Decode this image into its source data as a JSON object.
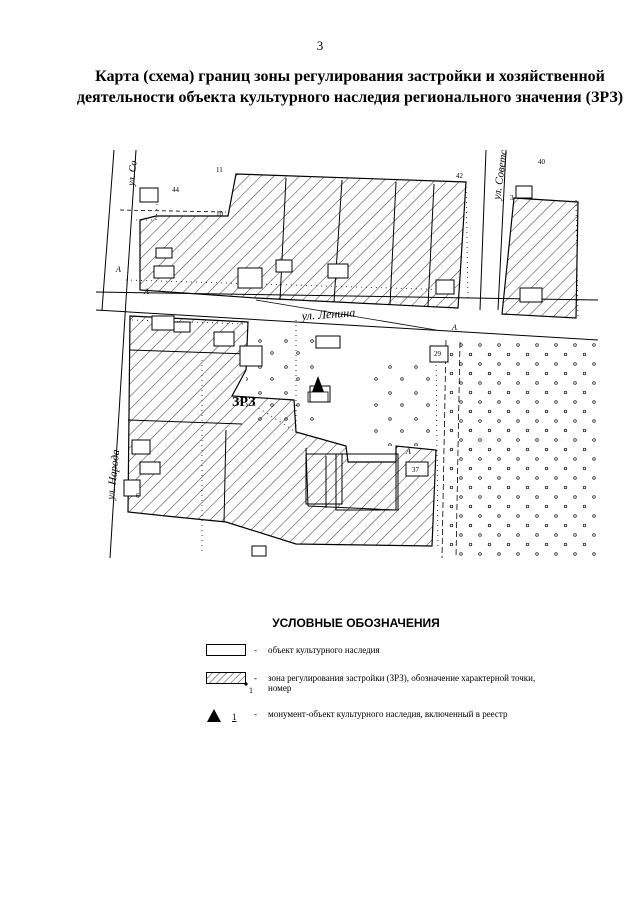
{
  "page": {
    "number": "3",
    "title_line1": "Карта (схема) границ зоны регулирования застройки и хозяйственной",
    "title_line2": "деятельности объекта культурного наследия регионального значения (ЗРЗ)"
  },
  "map": {
    "zone_label": "ЗРЗ",
    "street_lenina": "ул. Ленина",
    "street_sovetskaya": "ул. Советс",
    "street_naroda": "ул. Народа",
    "street_top_left": "ул. Со",
    "point_10": "10",
    "point_11": "11",
    "point_3": "3",
    "point_a1": "А",
    "point_a2": "А",
    "point_a3": "А",
    "point_a4": "А",
    "house_44": "44",
    "house_42": "42",
    "house_40": "40",
    "house_29": "29",
    "house_37": "37",
    "house_6": "6",
    "colors": {
      "ink": "#000000",
      "paper": "#ffffff"
    }
  },
  "legend": {
    "heading": "УСЛОВНЫЕ ОБОЗНАЧЕНИЯ",
    "items": [
      {
        "dash": "-",
        "text": "объект культурного наследия"
      },
      {
        "dash": "-",
        "text": "зона регулирования застройки (ЗРЗ), обозначение характерной точки, номер",
        "point_number": "1"
      },
      {
        "dash": "-",
        "text": "монумент-объект культурного наследия, включенный в реестр",
        "number": "1"
      }
    ]
  }
}
